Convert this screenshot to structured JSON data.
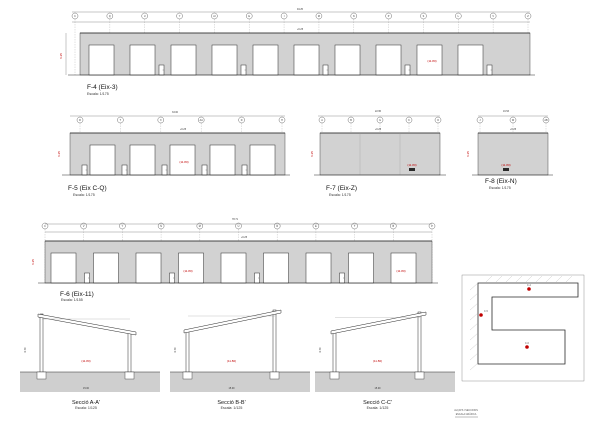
{
  "sheet": {
    "elevations": [
      {
        "id": "f4",
        "title": "F-4 (Eix-3)",
        "scale": "Escala: 1/175",
        "overall_dim": "94.25",
        "height_dim": "6.25",
        "axes": [
          "C",
          "Q",
          "U",
          "Y",
          "AI",
          "E",
          "I",
          "M",
          "N",
          "P",
          "S",
          "L",
          "V",
          "Z"
        ],
        "level_top": "+6.25",
        "level_marker": "(11.80)"
      },
      {
        "id": "f5",
        "title": "F-5 (Eix C-Q)",
        "scale": "Escala: 1/175",
        "overall_dim": "33.00",
        "height_dim": "6.25",
        "axes": [
          "R",
          "T",
          "X",
          "AA",
          "D",
          "H"
        ],
        "level_top": "+6.25",
        "level_marker": "(11.80)"
      },
      {
        "id": "f7",
        "title": "F-7 (Eix-Z)",
        "scale": "Escala: 1/175",
        "overall_dim": "22.95",
        "height_dim": "6.25",
        "axes": [
          "A",
          "B",
          "G",
          "K",
          "O"
        ],
        "level_top": "+6.25",
        "level_marker": "(11.80)"
      },
      {
        "id": "f8",
        "title": "F-8 (Eix-N)",
        "scale": "Escala: 1/175",
        "overall_dim": "16.53",
        "height_dim": "6.25",
        "axes": [
          "J",
          "W",
          "AB"
        ],
        "level_top": "+6.25",
        "level_marker": "(11.80)"
      },
      {
        "id": "f6",
        "title": "F-6 (Eix-11)",
        "scale": "Escala: 1/155",
        "overall_dim": "78.71",
        "height_dim": "6.25",
        "axes": [
          "C",
          "V",
          "Y",
          "N",
          "M",
          "U",
          "R",
          "E",
          "T",
          "B",
          "P"
        ],
        "level_top": "+6.25",
        "level_marker": "(11.80)"
      }
    ],
    "sections": [
      {
        "id": "aa",
        "title": "Secció A-A'",
        "scale": "Escala: 1/125",
        "span": "15.00",
        "height": "6.70",
        "level_marker": "(11.80)"
      },
      {
        "id": "bb",
        "title": "Secció B-B'",
        "scale": "Escala: 1/125",
        "span": "15.00",
        "height": "6.70",
        "level_marker": "(11.80)"
      },
      {
        "id": "cc",
        "title": "Secció C-C'",
        "scale": "Escala: 1/125",
        "span": "15.00",
        "height": "6.70",
        "level_marker": "(11.80)"
      }
    ],
    "key_plan": {
      "markers": [
        "F-4",
        "F-5",
        "F-6"
      ]
    },
    "title_block": {
      "line1": "ALÇATS I SECCIONS",
      "line2": "ESCALA GRÀFICA"
    },
    "colors": {
      "wall": "#d2d2d2",
      "line": "#2a2a2a",
      "door": "#ffffff",
      "accent": "#c00000",
      "ground": "#cfcfcf",
      "grid_bubble": "#ffffff"
    }
  }
}
